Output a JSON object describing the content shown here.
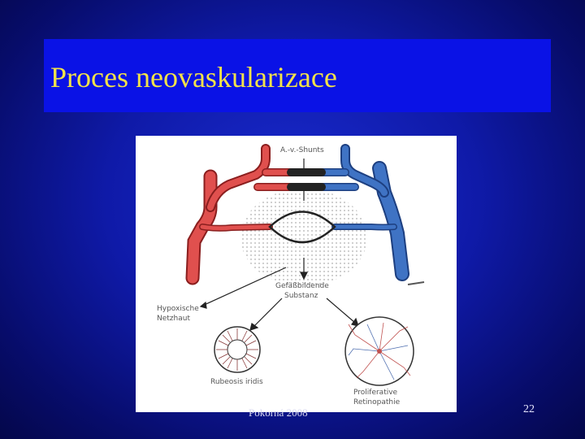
{
  "slide": {
    "title": "Proces neovaskularizace",
    "page_number": "22",
    "footer_text": "Pokorná 2008"
  },
  "diagram": {
    "labels": {
      "av_shunts": "A.-v.-Shunts",
      "substance_line1": "Gefäßbildende",
      "substance_line2": "Substanz",
      "retina_line1": "Hypoxische",
      "retina_line2": "Netzhaut",
      "rubeosis": "Rubeosis iridis",
      "prolif_line1": "Proliferative",
      "prolif_line2": "Retinopathie"
    },
    "colors": {
      "artery": "#e0504e",
      "vein": "#3f73c4",
      "shunt": "#222222"
    }
  }
}
